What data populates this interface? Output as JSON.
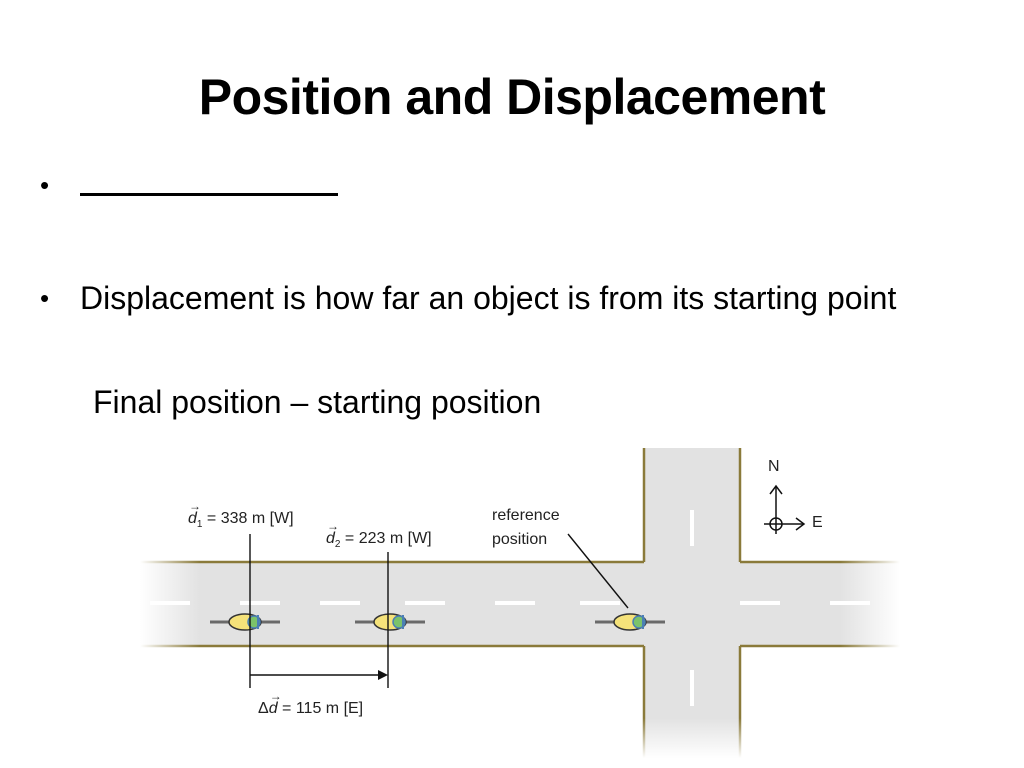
{
  "slide": {
    "title": "Position and Displacement",
    "bullets": [
      {
        "blank": ""
      },
      {
        "text": "Displacement is how far an object is from its starting point"
      }
    ],
    "sub_text": "Final position – starting position"
  },
  "figure": {
    "d1_label": "= 338 m [W]",
    "d1_symbol": "d",
    "d1_sub": "1",
    "d2_label": "= 223 m [W]",
    "d2_symbol": "d",
    "d2_sub": "2",
    "delta_prefix": "Δ",
    "delta_symbol": "d",
    "delta_label": "= 115 m [E]",
    "reference_label_line1": "reference",
    "reference_label_line2": "position",
    "compass_north": "N",
    "compass_east": "E",
    "colors": {
      "road": "#e2e2e2",
      "road_edge": "#8a7a3a",
      "lane_mark": "#ffffff",
      "cyclist_body": "#f5e27a",
      "cyclist_helmet": "#7cc36a",
      "cyclist_bike": "#4a7fb5"
    }
  }
}
